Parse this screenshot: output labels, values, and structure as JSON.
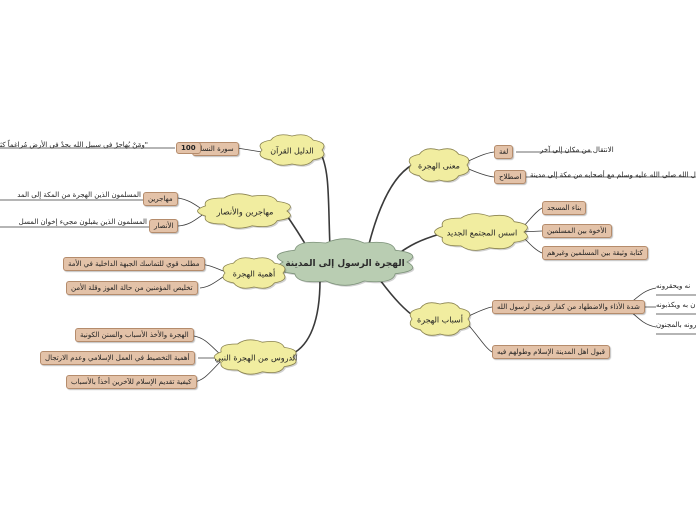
{
  "center": {
    "label": "الهجرة الرسول إلى المدينة"
  },
  "branches": {
    "quran": {
      "label": "الدليل القرآن",
      "source": "سورة النساء",
      "number": "100",
      "verse": "\"ومَنْ يُهاجرْ في سبيل الله يجدْ في الأرض مُراغماً كثيرا"
    },
    "muhajirin": {
      "label": "مهاجرين والأنصار",
      "items": [
        {
          "box": "مهاجرين",
          "text": "المسلمون الذين الهجرة من المكة إلى المد"
        },
        {
          "box": "الأنصار",
          "text": "المسلمون الذين يقبلون مجيء إخوان المسل"
        }
      ]
    },
    "importance": {
      "label": "أهمية الهجرة",
      "items": [
        "مطلب قوي للتماسك الجبهة الداخلية في الأمة",
        "تخليص المؤمنين من حالة العوز وقلة الأمن"
      ]
    },
    "lessons": {
      "label": "الدروس من الهجرة النبي",
      "items": [
        "الهجرة والأخذ الأسباب والسنن الكونية",
        "أهمية التخصيط في العمل الإسلامي وعدم الارتجال",
        "كيفية تقديم الإسلام للآخرين أخذاً بالأسباب"
      ]
    },
    "meaning": {
      "label": "معنى الهجرة",
      "items": [
        {
          "box": "لغة",
          "text": "الانتقال من مكان إلى آخر"
        },
        {
          "box": "اصطلاح",
          "text": "ل الله صلى الله عليه وسلم مع أصحابه من مكة إلى مدينة"
        }
      ]
    },
    "foundations": {
      "label": "اسس المجتمع الجديد",
      "items": [
        "بناء المسجد",
        "الأخوة بين المسلمين",
        "كتابة وثيقة بين المسلمين وغيرهم"
      ]
    },
    "causes": {
      "label": "أسباب الهجرة",
      "items": [
        {
          "box": "شدة الأذاء والاضطهاد من كفار قريش لرسول الله",
          "subs": [
            "نه ويحقرونه",
            "ن به ويكذبونه",
            "رونه بالمجنون"
          ]
        },
        {
          "box": "قبول اهل المدينة الإسلام وطولهم فيه",
          "subs": []
        }
      ]
    }
  },
  "colors": {
    "cloud_fill": "#f1eda0",
    "cloud_stroke": "#8a8350",
    "center_fill": "#b9cdb2",
    "center_stroke": "#7d927a",
    "connector": "#3a3a3a",
    "box_fill": "#e3c2a8"
  }
}
